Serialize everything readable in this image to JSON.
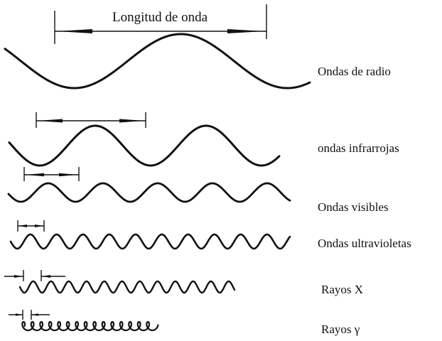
{
  "diagram": {
    "wavelength_label": "Longitud de onda",
    "waves": [
      {
        "id": "radio",
        "label": "Ondas de radio"
      },
      {
        "id": "infrared",
        "label": "ondas infrarrojas"
      },
      {
        "id": "visible",
        "label": "Ondas visibles"
      },
      {
        "id": "ultraviolet",
        "label": "Ondas ultravioletas"
      },
      {
        "id": "xray",
        "label": "Rayos X"
      },
      {
        "id": "gamma",
        "label": "Rayos γ"
      }
    ]
  },
  "colors": {
    "ink": "#111111",
    "background": "#ffffff"
  }
}
